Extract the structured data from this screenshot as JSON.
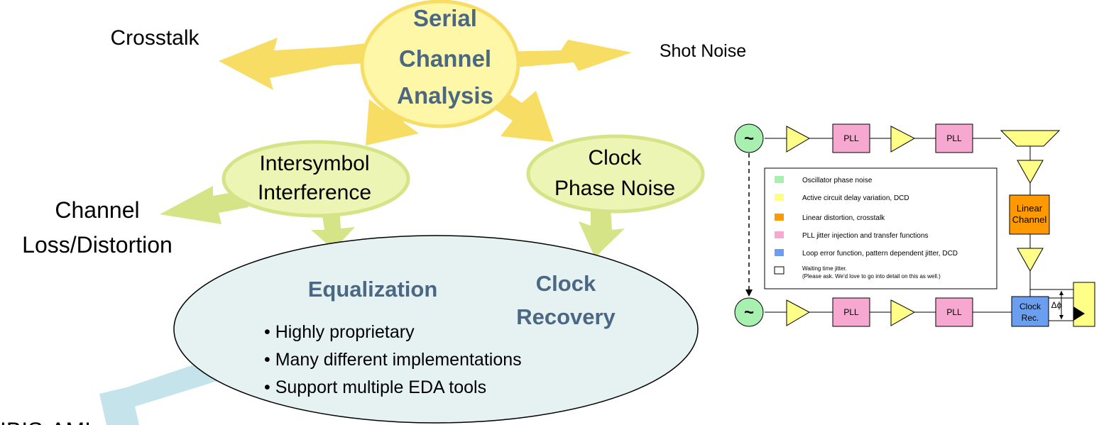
{
  "mindmap": {
    "center": [
      "Serial",
      "Channel",
      "Analysis"
    ],
    "crosstalk": "Crosstalk",
    "shot_noise": "Shot Noise",
    "isi": [
      "Intersymbol",
      "Interference"
    ],
    "clock_phase_noise": [
      "Clock",
      "Phase Noise"
    ],
    "channel_loss": [
      "Channel",
      "Loss/Distortion"
    ],
    "equalization": "Equalization",
    "clock_recovery": [
      "Clock",
      "Recovery"
    ],
    "bullets": [
      "• Highly proprietary",
      "• Many different implementations",
      "• Support multiple EDA tools"
    ],
    "ibis_ami": "IBIS-AMI",
    "colors": {
      "yellow_arrow": "#f7dd63",
      "green_arrow": "#d4e487",
      "blue_arrow": "#c5e3ea",
      "center_fill": "#fff7a8",
      "oval_fill": "#e6f2f2",
      "head_text": "#4a6784"
    }
  },
  "block_diagram": {
    "tilde": "~",
    "pll": "PLL",
    "linear_channel": [
      "Linear",
      "Channel"
    ],
    "clock_rec": [
      "Clock",
      "Rec."
    ],
    "delta_phi": "Δϕ",
    "legend": [
      {
        "color": "#a8f0b0",
        "text": "Oscillator phase noise"
      },
      {
        "color": "#ffff88",
        "text": "Active circuit delay variation, DCD"
      },
      {
        "color": "#ff9900",
        "text": "Linear distortion, crosstalk"
      },
      {
        "color": "#f7a8d0",
        "text": "PLL  jitter injection and transfer functions"
      },
      {
        "color": "#6c9ef0",
        "text": "Loop error function, pattern dependent jitter, DCD"
      },
      {
        "color": "#ffffff",
        "text": "Waiting time jitter.",
        "text2": "(Please ask. We'd love to go into detail on this as well.)"
      }
    ]
  }
}
